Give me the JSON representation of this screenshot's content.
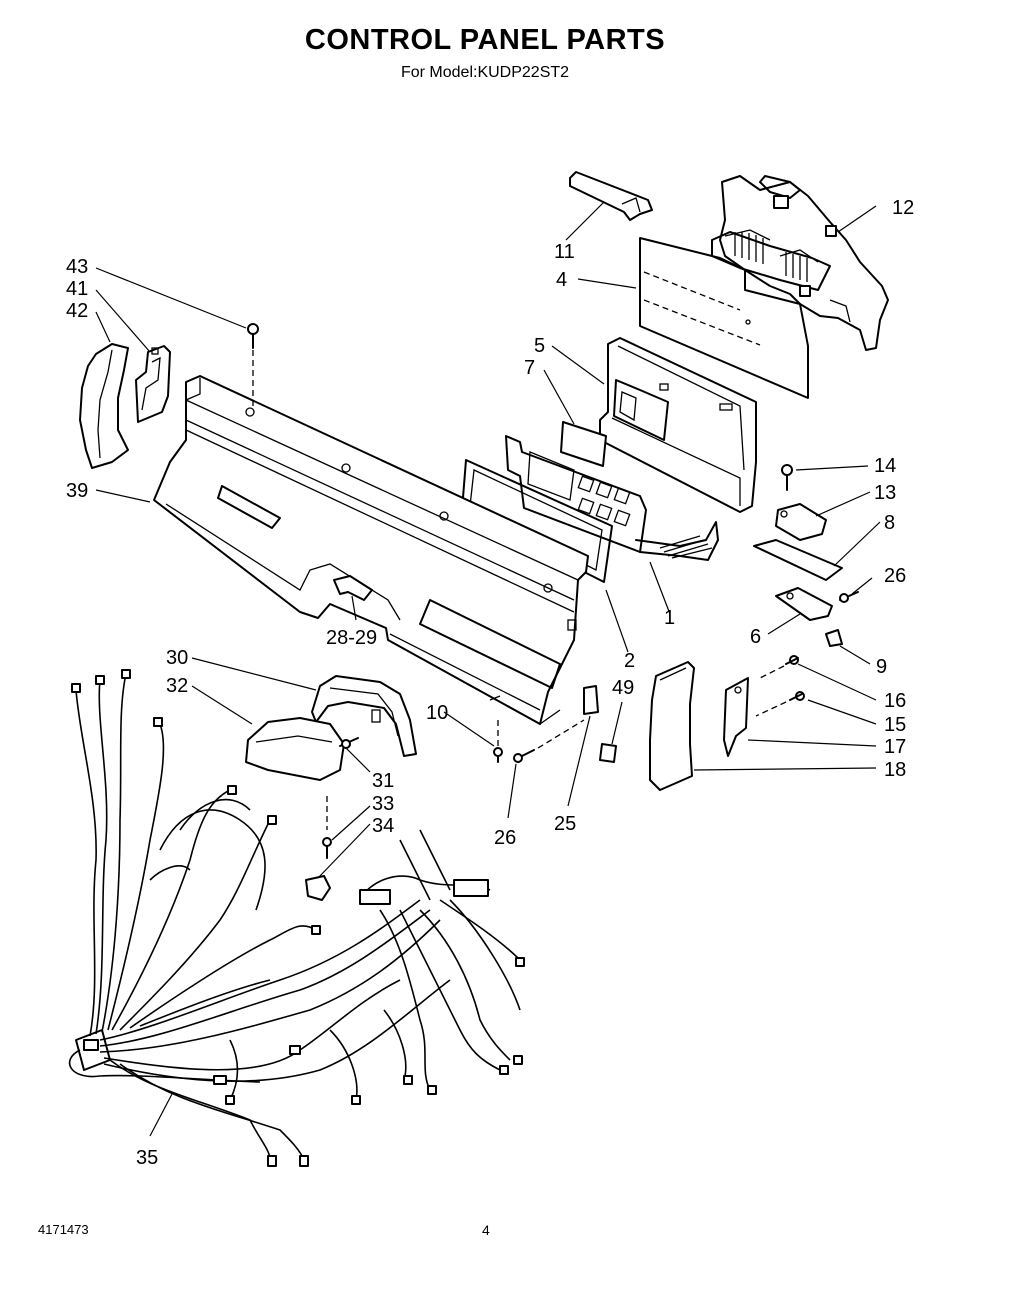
{
  "header": {
    "title": "CONTROL PANEL PARTS",
    "subtitle": "For Model:KUDP22ST2"
  },
  "footer": {
    "doc_number": "4171473",
    "page": "4"
  },
  "callouts": {
    "c1": "1",
    "c2": "2",
    "c4": "4",
    "c5": "5",
    "c6": "6",
    "c7": "7",
    "c8": "8",
    "c9": "9",
    "c10": "10",
    "c11": "11",
    "c12": "12",
    "c13": "13",
    "c14": "14",
    "c15": "15",
    "c16": "16",
    "c17": "17",
    "c18": "18",
    "c25": "25",
    "c26a": "26",
    "c26b": "26",
    "c28_29": "28-29",
    "c30": "30",
    "c31": "31",
    "c32": "32",
    "c33": "33",
    "c34": "34",
    "c35": "35",
    "c39": "39",
    "c41": "41",
    "c42": "42",
    "c43": "43",
    "c49": "49"
  }
}
